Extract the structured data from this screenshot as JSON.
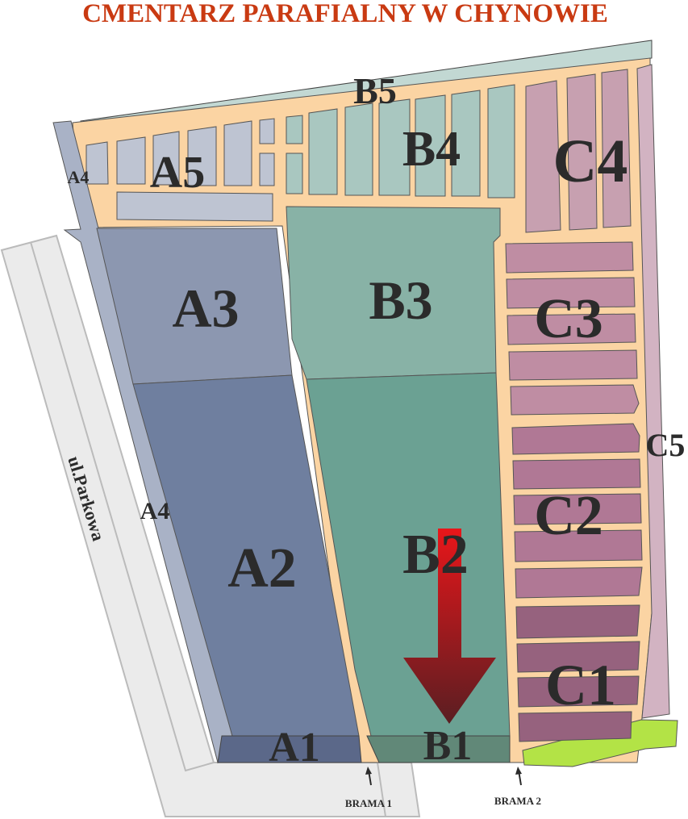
{
  "title": "CMENTARZ PARAFIALNY W CHYNOWIE",
  "street": "ul.Parkowa",
  "sections": {
    "A1": "A1",
    "A2": "A2",
    "A3": "A3",
    "A4_top": "A4",
    "A4_side": "A4",
    "A5": "A5",
    "B1": "B1",
    "B2": "B2",
    "B3": "B3",
    "B4": "B4",
    "B5": "B5",
    "C1": "C1",
    "C2": "C2",
    "C3": "C3",
    "C4": "C4",
    "C5": "C5"
  },
  "gates": {
    "gate1": "BRAMA 1",
    "gate2": "BRAMA 2"
  },
  "colors": {
    "path": "#fbd4a3",
    "A": "#6f7f9f",
    "B": "#6ba193",
    "C": "#b07895",
    "arrow": "#d0191c",
    "green": "#b3e346",
    "title": "#c93a12"
  }
}
